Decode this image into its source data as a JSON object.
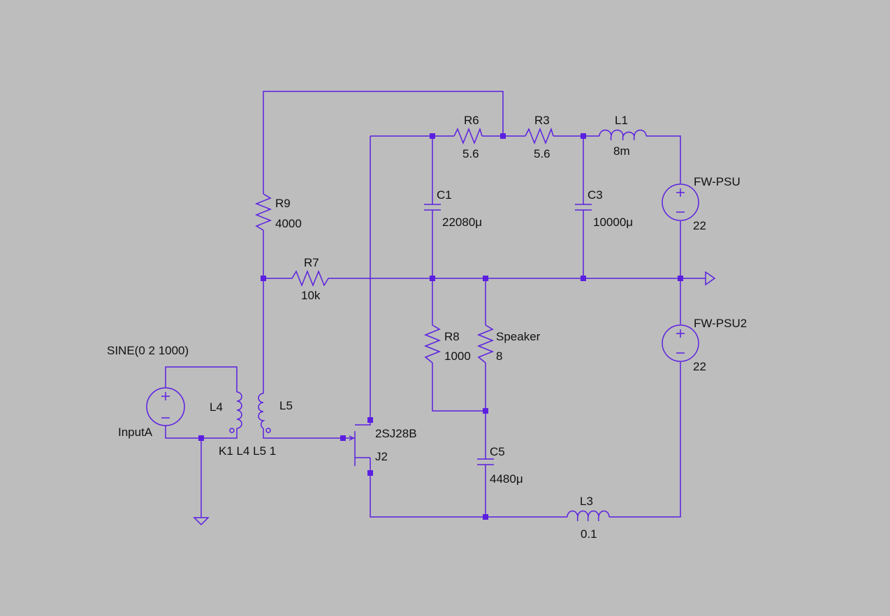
{
  "colors": {
    "background": "#bdbdbd",
    "wire": "#5b1fe0",
    "text": "#111111"
  },
  "components": {
    "R6": {
      "name": "R6",
      "value": "5.6"
    },
    "R3": {
      "name": "R3",
      "value": "5.6"
    },
    "L1": {
      "name": "L1",
      "value": "8m"
    },
    "FW_PSU": {
      "name": "FW-PSU",
      "value": "22"
    },
    "FW_PSU2": {
      "name": "FW-PSU2",
      "value": "22"
    },
    "R9": {
      "name": "R9",
      "value": "4000"
    },
    "C1": {
      "name": "C1",
      "value": "22080μ"
    },
    "C3": {
      "name": "C3",
      "value": "10000μ"
    },
    "R7": {
      "name": "R7",
      "value": "10k"
    },
    "R8": {
      "name": "R8",
      "value": "1000"
    },
    "Speaker": {
      "name": "Speaker",
      "value": "8"
    },
    "InputA": {
      "name": "InputA",
      "value": "SINE(0 2 1000)"
    },
    "L4": {
      "name": "L4"
    },
    "L5": {
      "name": "L5"
    },
    "K1": {
      "directive": "K1 L4 L5 1"
    },
    "J2": {
      "name": "J2",
      "model": "2SJ28B"
    },
    "C5": {
      "name": "C5",
      "value": "4480μ"
    },
    "L3": {
      "name": "L3",
      "value": "0.1"
    }
  }
}
